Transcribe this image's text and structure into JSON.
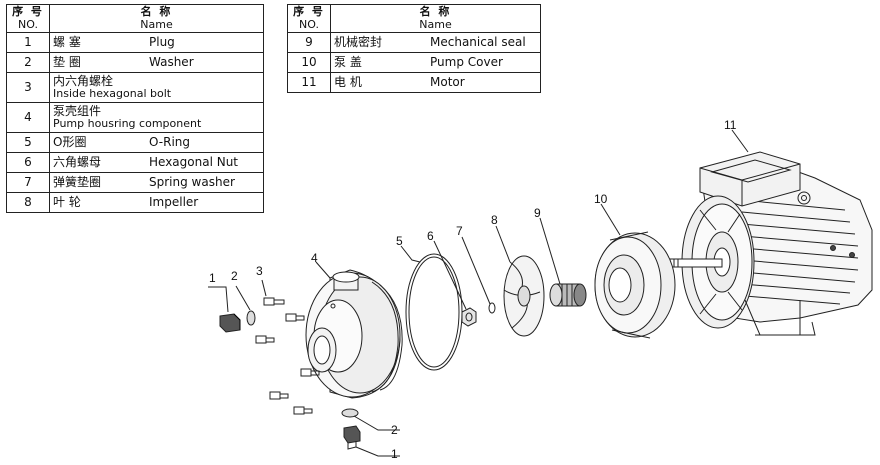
{
  "header": {
    "no_zh": "序 号",
    "no_en": "NO.",
    "name_zh": "名 称",
    "name_en": "Name"
  },
  "parts": [
    {
      "no": "1",
      "zh": "螺 塞",
      "en": "Plug"
    },
    {
      "no": "2",
      "zh": "垫 圈",
      "en": "Washer"
    },
    {
      "no": "3",
      "zh": "内六角螺栓",
      "en": "Inside hexagonal bolt"
    },
    {
      "no": "4",
      "zh": "泵壳组件",
      "en": "Pump housring component"
    },
    {
      "no": "5",
      "zh": "O形圈",
      "en": "O-Ring"
    },
    {
      "no": "6",
      "zh": "六角螺母",
      "en": "Hexagonal Nut"
    },
    {
      "no": "7",
      "zh": "弹簧垫圈",
      "en": "Spring washer"
    },
    {
      "no": "8",
      "zh": "叶 轮",
      "en": "Impeller"
    },
    {
      "no": "9",
      "zh": "机械密封",
      "en": "Mechanical seal"
    },
    {
      "no": "10",
      "zh": "泵  盖",
      "en": "Pump Cover"
    },
    {
      "no": "11",
      "zh": "电  机",
      "en": "Motor"
    }
  ],
  "callouts": [
    "1",
    "2",
    "3",
    "4",
    "5",
    "6",
    "7",
    "8",
    "9",
    "10",
    "11",
    "2",
    "1"
  ],
  "colors": {
    "line": "#222222",
    "fill_light": "#f4f4f4",
    "fill_mid": "#d9d9d9",
    "fill_dark": "#555555"
  }
}
